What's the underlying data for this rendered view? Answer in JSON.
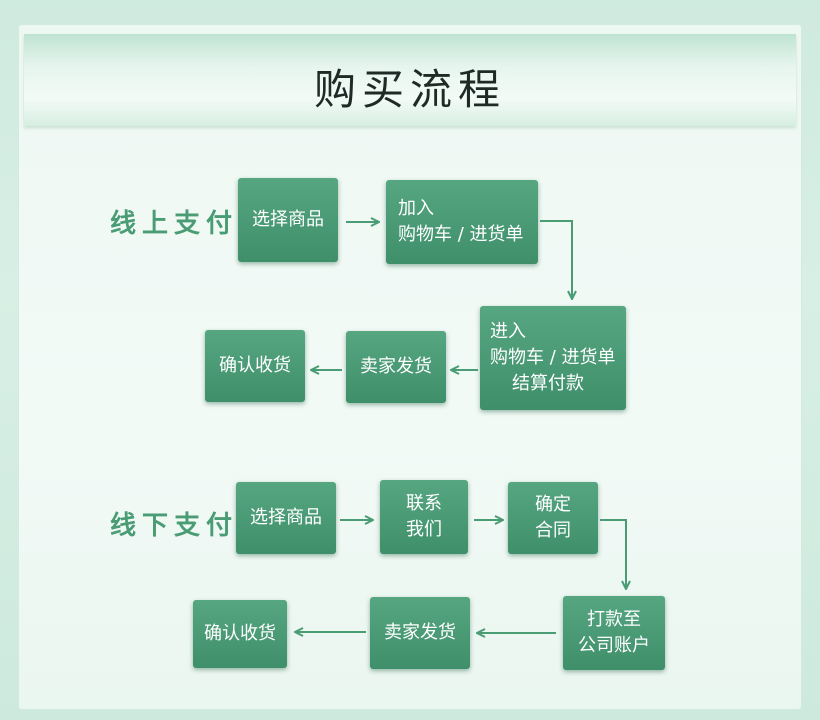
{
  "title": "购买流程",
  "colors": {
    "node_fill": "#4a9c74",
    "arrow": "#4a9c74",
    "label": "#4a9c74"
  },
  "online": {
    "label": "线上支付",
    "steps": {
      "select": "选择商品",
      "add_l1": "加入",
      "add_l2": "购物车 / 进货单",
      "enter_l1": "进入",
      "enter_l2": "购物车 / 进货单",
      "enter_l3": "结算付款",
      "ship": "卖家发货",
      "confirm": "确认收货"
    }
  },
  "offline": {
    "label": "线下支付",
    "steps": {
      "select": "选择商品",
      "contact_l1": "联系",
      "contact_l2": "我们",
      "contract_l1": "确定",
      "contract_l2": "合同",
      "pay_l1": "打款至",
      "pay_l2": "公司账户",
      "ship": "卖家发货",
      "confirm": "确认收货"
    }
  }
}
